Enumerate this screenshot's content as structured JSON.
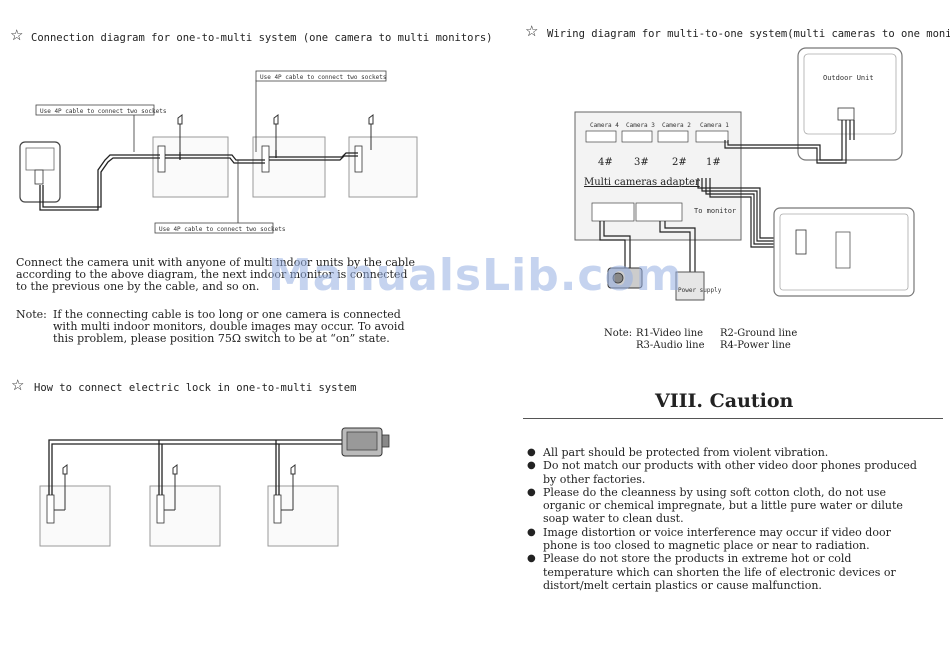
{
  "watermark": "ManualsLib.com",
  "left": {
    "section1": {
      "heading": "Connection diagram for one-to-multi system (one camera to multi monitors)",
      "label_top": "Use 4P cable to connect two sockets",
      "label_left": "Use 4P cable to connect two sockets",
      "label_bottom": "Use 4P cable to connect two sockets",
      "paragraph": [
        "Connect the camera unit with anyone of multi indoor units by the cable",
        "according to the above diagram,  the next indoor monitor is connected",
        "to the previous one by the cable, and so on."
      ],
      "note_label": "Note:",
      "note": [
        "If the connecting cable is  too long or one camera  is  connected",
        "with multi indoor monitors,  double images may occur.   To avoid",
        "this problem, please position 75Ω switch to be at “on” state."
      ]
    },
    "section2": {
      "heading": "How to connect electric lock in one-to-multi system"
    }
  },
  "right": {
    "section1": {
      "heading": "Wiring diagram for multi-to-one system(multi cameras to one monitor)",
      "outdoor_unit": "Outdoor Unit",
      "camera_labels": [
        "Camera 4",
        "Camera 3",
        "Camera 2",
        "Camera 1"
      ],
      "camera_numbers": [
        "4#",
        "3#",
        "2#",
        "1#"
      ],
      "adapter_label": "Multi cameras adapter",
      "to_monitor": "To monitor",
      "power_supply": "Power supply",
      "note_label": "Note:",
      "legend": [
        "R1-Video line",
        "R2-Ground line",
        "R3-Audio line",
        "R4-Power line"
      ]
    },
    "caution": {
      "title": "VIII. Caution",
      "items": [
        [
          "All part should be protected from violent vibration."
        ],
        [
          "Do not match our products with other video door phones produced",
          "by other factories."
        ],
        [
          "Please do the cleanness by using soft cotton cloth, do not use",
          "organic or chemical impregnate, but a little pure water or dilute",
          "soap water to clean dust."
        ],
        [
          "Image distortion or voice interference may occur if video door",
          "phone is too closed to magnetic place or near to radiation."
        ],
        [
          "Please do not store the products in extreme hot or cold",
          "temperature which can shorten the life of electronic devices or",
          "distort/melt certain plastics or cause malfunction."
        ]
      ]
    }
  }
}
